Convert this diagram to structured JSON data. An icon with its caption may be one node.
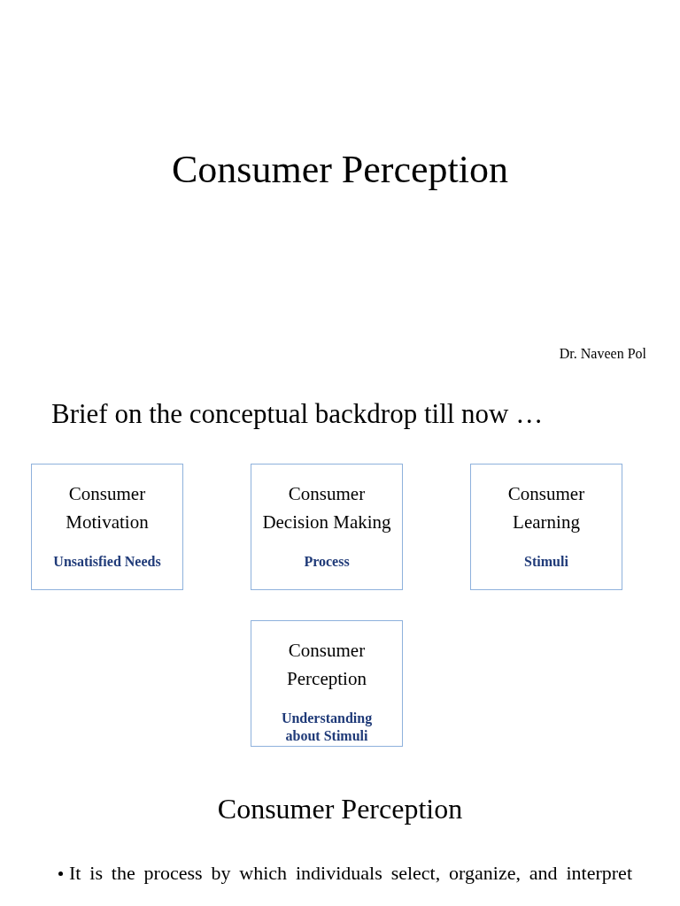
{
  "diagram": {
    "title": "Consumer Perception",
    "nodes": [
      {
        "text": [
          "Consumer Motivation",
          "Unsatisfied Needs"
        ]
      },
      {
        "text": [
          "Consumer Decision Making",
          "Process"
        ]
      },
      {
        "text": [
          "Consumer Learning",
          "Stimuli"
        ]
      },
      {
        "text": [
          "Consumer Perception",
          "Understanding about Stimuli"
        ]
      }
    ],
    "labels": [
      "Dr. Naveen Pol",
      "Brief on the conceptual backdrop till now …",
      "Consumer Perception",
      "It is the process by which individuals select, organize, and interpret"
    ]
  }
}
